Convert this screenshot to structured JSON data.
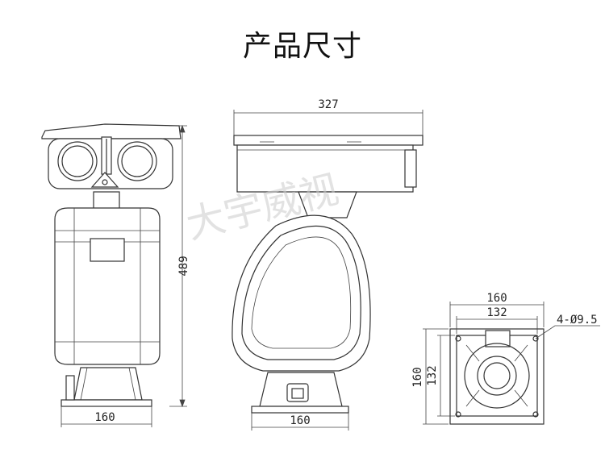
{
  "title": "产品尺寸",
  "watermark": "大宇威视",
  "dims": {
    "front_height": "489",
    "front_width": "160",
    "side_top": "327",
    "side_base": "160",
    "top_outer_w": "160",
    "top_inner_w": "132",
    "top_outer_h": "160",
    "top_inner_h": "132",
    "top_holes": "4-Ø9.5"
  }
}
